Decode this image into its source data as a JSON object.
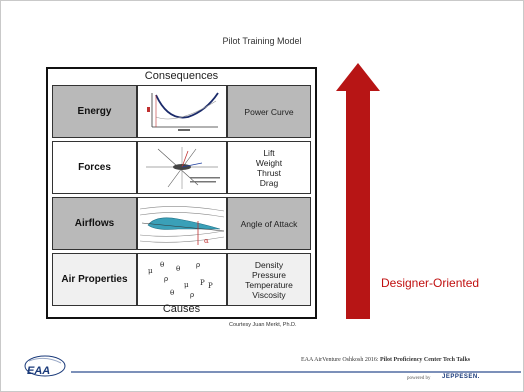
{
  "slide": {
    "title": "Pilot Training Model",
    "courtesy": "Courtesy Juan Merkt, Ph.D.",
    "arrow_label": "Designer-Oriented",
    "arrow_color": "#b71515"
  },
  "model": {
    "header_top": "Consequences",
    "header_bottom": "Causes",
    "rows": [
      {
        "label": "Energy",
        "desc": [
          "Power Curve"
        ]
      },
      {
        "label": "Forces",
        "desc": [
          "Lift",
          "Weight",
          "Thrust",
          "Drag"
        ]
      },
      {
        "label": "Airflows",
        "desc": [
          "Angle of Attack"
        ]
      },
      {
        "label": "Air Properties",
        "desc": [
          "Density",
          "Pressure",
          "Temperature",
          "Viscosity"
        ]
      }
    ]
  },
  "footer": {
    "event": "EAA AirVenture Oshkosh 2016: ",
    "event_bold": "Pilot Proficiency Center Tech Talks",
    "powered": "powered by",
    "sponsor": "JEPPESEN.",
    "logo": "EAA"
  }
}
